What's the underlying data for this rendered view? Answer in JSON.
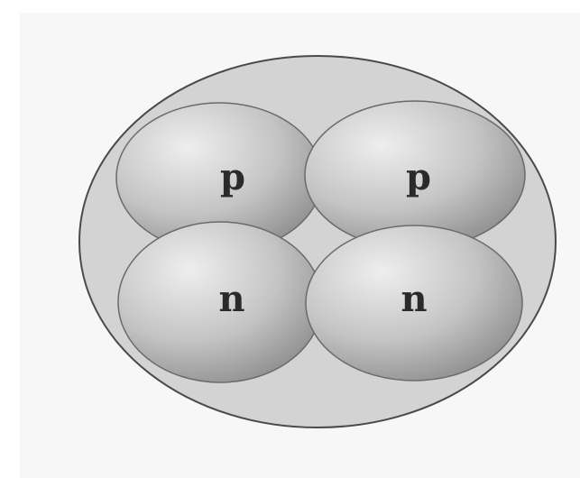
{
  "diagram": {
    "particles": [
      {
        "label": "p",
        "kind": "proton"
      },
      {
        "label": "p",
        "kind": "proton"
      },
      {
        "label": "n",
        "kind": "neutron"
      },
      {
        "label": "n",
        "kind": "neutron"
      }
    ]
  },
  "colors": {
    "background": "#ffffff",
    "panel": "#f7f7f7",
    "nucleus_fill": "#d3d3d3",
    "nucleus_stroke": "#4a4a4a",
    "sphere_highlight": "#eeeeee",
    "sphere_mid": "#c4c4c4",
    "sphere_shadow": "#8a8a8a",
    "sphere_stroke": "#6a6a6a"
  }
}
